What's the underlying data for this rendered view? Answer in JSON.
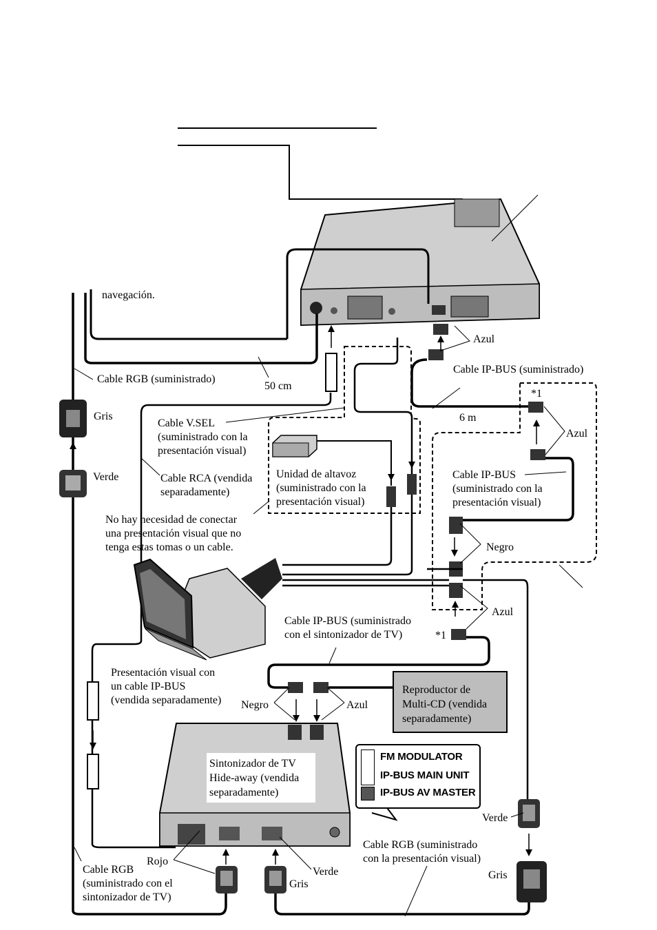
{
  "labels": {
    "navegacion": "navegación.",
    "azul_top": "Azul",
    "cable_ipbus_sum": "Cable IP-BUS (suministrado)",
    "cable_rgb_sum": "Cable RGB (suministrado)",
    "cm50": "50 cm",
    "gris_left": "Gris",
    "m6": "6 m",
    "star1_top": "*1",
    "azul_r2": "Azul",
    "cable_vsel_1": "Cable V.SEL",
    "cable_vsel_2": "(suministrado con la",
    "cable_vsel_3": "presentación visual)",
    "verde_left": "Verde",
    "cable_rca_1": "Cable RCA (vendida",
    "cable_rca_2": "separadamente)",
    "unidad_1": "Unidad de altavoz",
    "unidad_2": "(suministrado con la",
    "unidad_3": "presentación visual)",
    "ipbus_pv_1": "Cable IP-BUS",
    "ipbus_pv_2": "(suministrado con la",
    "ipbus_pv_3": "presentación visual)",
    "no_hay_1": "No hay necesidad de conectar",
    "no_hay_2": "una presentación visual que no",
    "no_hay_3": "tenga estas tomas o un cable.",
    "negro_r": "Negro",
    "azul_r3": "Azul",
    "ipbus_tv_1": "Cable IP-BUS (suministrado",
    "ipbus_tv_2": "con el sintonizador de TV)",
    "star1_bot": "*1",
    "pres_1": "Presentación visual con",
    "pres_2": "un cable IP-BUS",
    "pres_3": "(vendida separadamente)",
    "negro_mid": "Negro",
    "azul_mid": "Azul",
    "verde_right": "Verde",
    "rgb_pv_1": "Cable RGB (suministrado",
    "rgb_pv_2": "con la presentación visual)",
    "rojo": "Rojo",
    "verde_bot": "Verde",
    "gris_bot": "Gris",
    "gris_right": "Gris",
    "rgb_tv_1": "Cable RGB",
    "rgb_tv_2": "(suministrado con el",
    "rgb_tv_3": "sintonizador de TV)"
  },
  "boxes": {
    "multicd": [
      "Reproductor de",
      "Multi-CD (vendida",
      "separadamente)"
    ],
    "tuner": [
      "Sintonizador de TV",
      "Hide-away (vendida",
      "separadamente)"
    ]
  },
  "badge": {
    "fm": "FM MODULATOR",
    "main": "IP-BUS MAIN UNIT",
    "master": "IP-BUS AV MASTER"
  },
  "colors": {
    "line": "#000000",
    "device": "#c9c9c9",
    "device_dark": "#8a8a8a",
    "box_grey": "#bdbdbd"
  }
}
